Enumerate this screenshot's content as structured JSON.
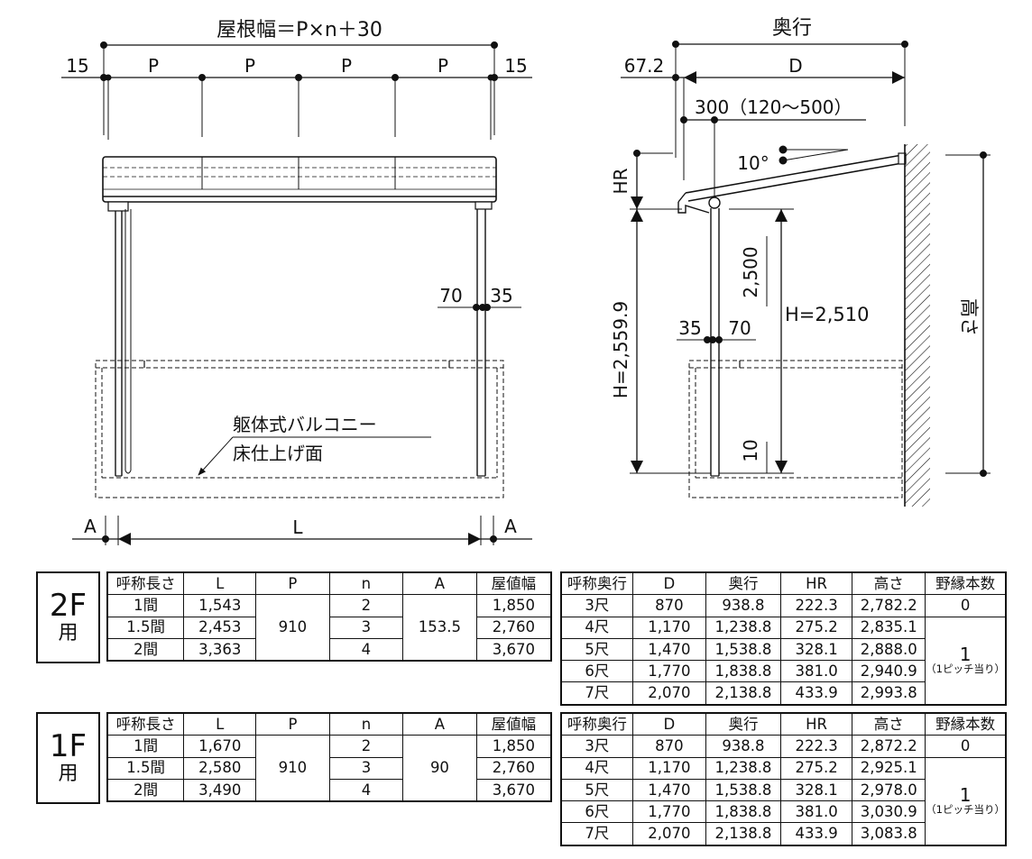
{
  "front": {
    "roof_width_formula": "屋根幅＝P×n＋30",
    "edge_offset": "15",
    "pitch": "P",
    "post_dims": [
      "70",
      "35"
    ],
    "balcony_label": "躯体式バルコニー",
    "floor_label": "床仕上げ面",
    "clearance": "A",
    "length": "L"
  },
  "side": {
    "depth_title": "奥行",
    "eave_offset": "67.2",
    "depth": "D",
    "overhang": "300（120〜500）",
    "slope": "10°",
    "hr": "HR",
    "post_height_total": "H=2,559.9",
    "post_height": "2,500",
    "h_value": "H=2,510",
    "post_dims": [
      "35",
      "70"
    ],
    "base": "10",
    "height_label": "高さ"
  },
  "tables": [
    {
      "floor": "2F",
      "use": "用",
      "left": {
        "headers": [
          "呼称長さ",
          "L",
          "P",
          "n",
          "A",
          "屋値幅"
        ],
        "rows": [
          [
            "1間",
            "1,543",
            "2",
            "1,850"
          ],
          [
            "1.5間",
            "2,453",
            "3",
            "2,760"
          ],
          [
            "2間",
            "3,363",
            "4",
            "3,670"
          ]
        ],
        "P": "910",
        "A": "153.5"
      },
      "right": {
        "headers": [
          "呼称奥行",
          "D",
          "奥行",
          "HR",
          "高さ",
          "野縁本数"
        ],
        "rows": [
          [
            "3尺",
            "870",
            "938.8",
            "222.3",
            "2,782.2"
          ],
          [
            "4尺",
            "1,170",
            "1,238.8",
            "275.2",
            "2,835.1"
          ],
          [
            "5尺",
            "1,470",
            "1,538.8",
            "328.1",
            "2,888.0"
          ],
          [
            "6尺",
            "1,770",
            "1,838.8",
            "381.0",
            "2,940.9"
          ],
          [
            "7尺",
            "2,070",
            "2,138.8",
            "433.9",
            "2,993.8"
          ]
        ],
        "nora_first": "0",
        "nora_rest": "1",
        "nora_note": "（1ピッチ当り）"
      }
    },
    {
      "floor": "1F",
      "use": "用",
      "left": {
        "headers": [
          "呼称長さ",
          "L",
          "P",
          "n",
          "A",
          "屋値幅"
        ],
        "rows": [
          [
            "1間",
            "1,670",
            "2",
            "1,850"
          ],
          [
            "1.5間",
            "2,580",
            "3",
            "2,760"
          ],
          [
            "2間",
            "3,490",
            "4",
            "3,670"
          ]
        ],
        "P": "910",
        "A": "90"
      },
      "right": {
        "headers": [
          "呼称奥行",
          "D",
          "奥行",
          "HR",
          "高さ",
          "野縁本数"
        ],
        "rows": [
          [
            "3尺",
            "870",
            "938.8",
            "222.3",
            "2,872.2"
          ],
          [
            "4尺",
            "1,170",
            "1,238.8",
            "275.2",
            "2,925.1"
          ],
          [
            "5尺",
            "1,470",
            "1,538.8",
            "328.1",
            "2,978.0"
          ],
          [
            "6尺",
            "1,770",
            "1,838.8",
            "381.0",
            "3,030.9"
          ],
          [
            "7尺",
            "2,070",
            "2,138.8",
            "433.9",
            "3,083.8"
          ]
        ],
        "nora_first": "0",
        "nora_rest": "1",
        "nora_note": "（1ピッチ当り）"
      }
    }
  ]
}
